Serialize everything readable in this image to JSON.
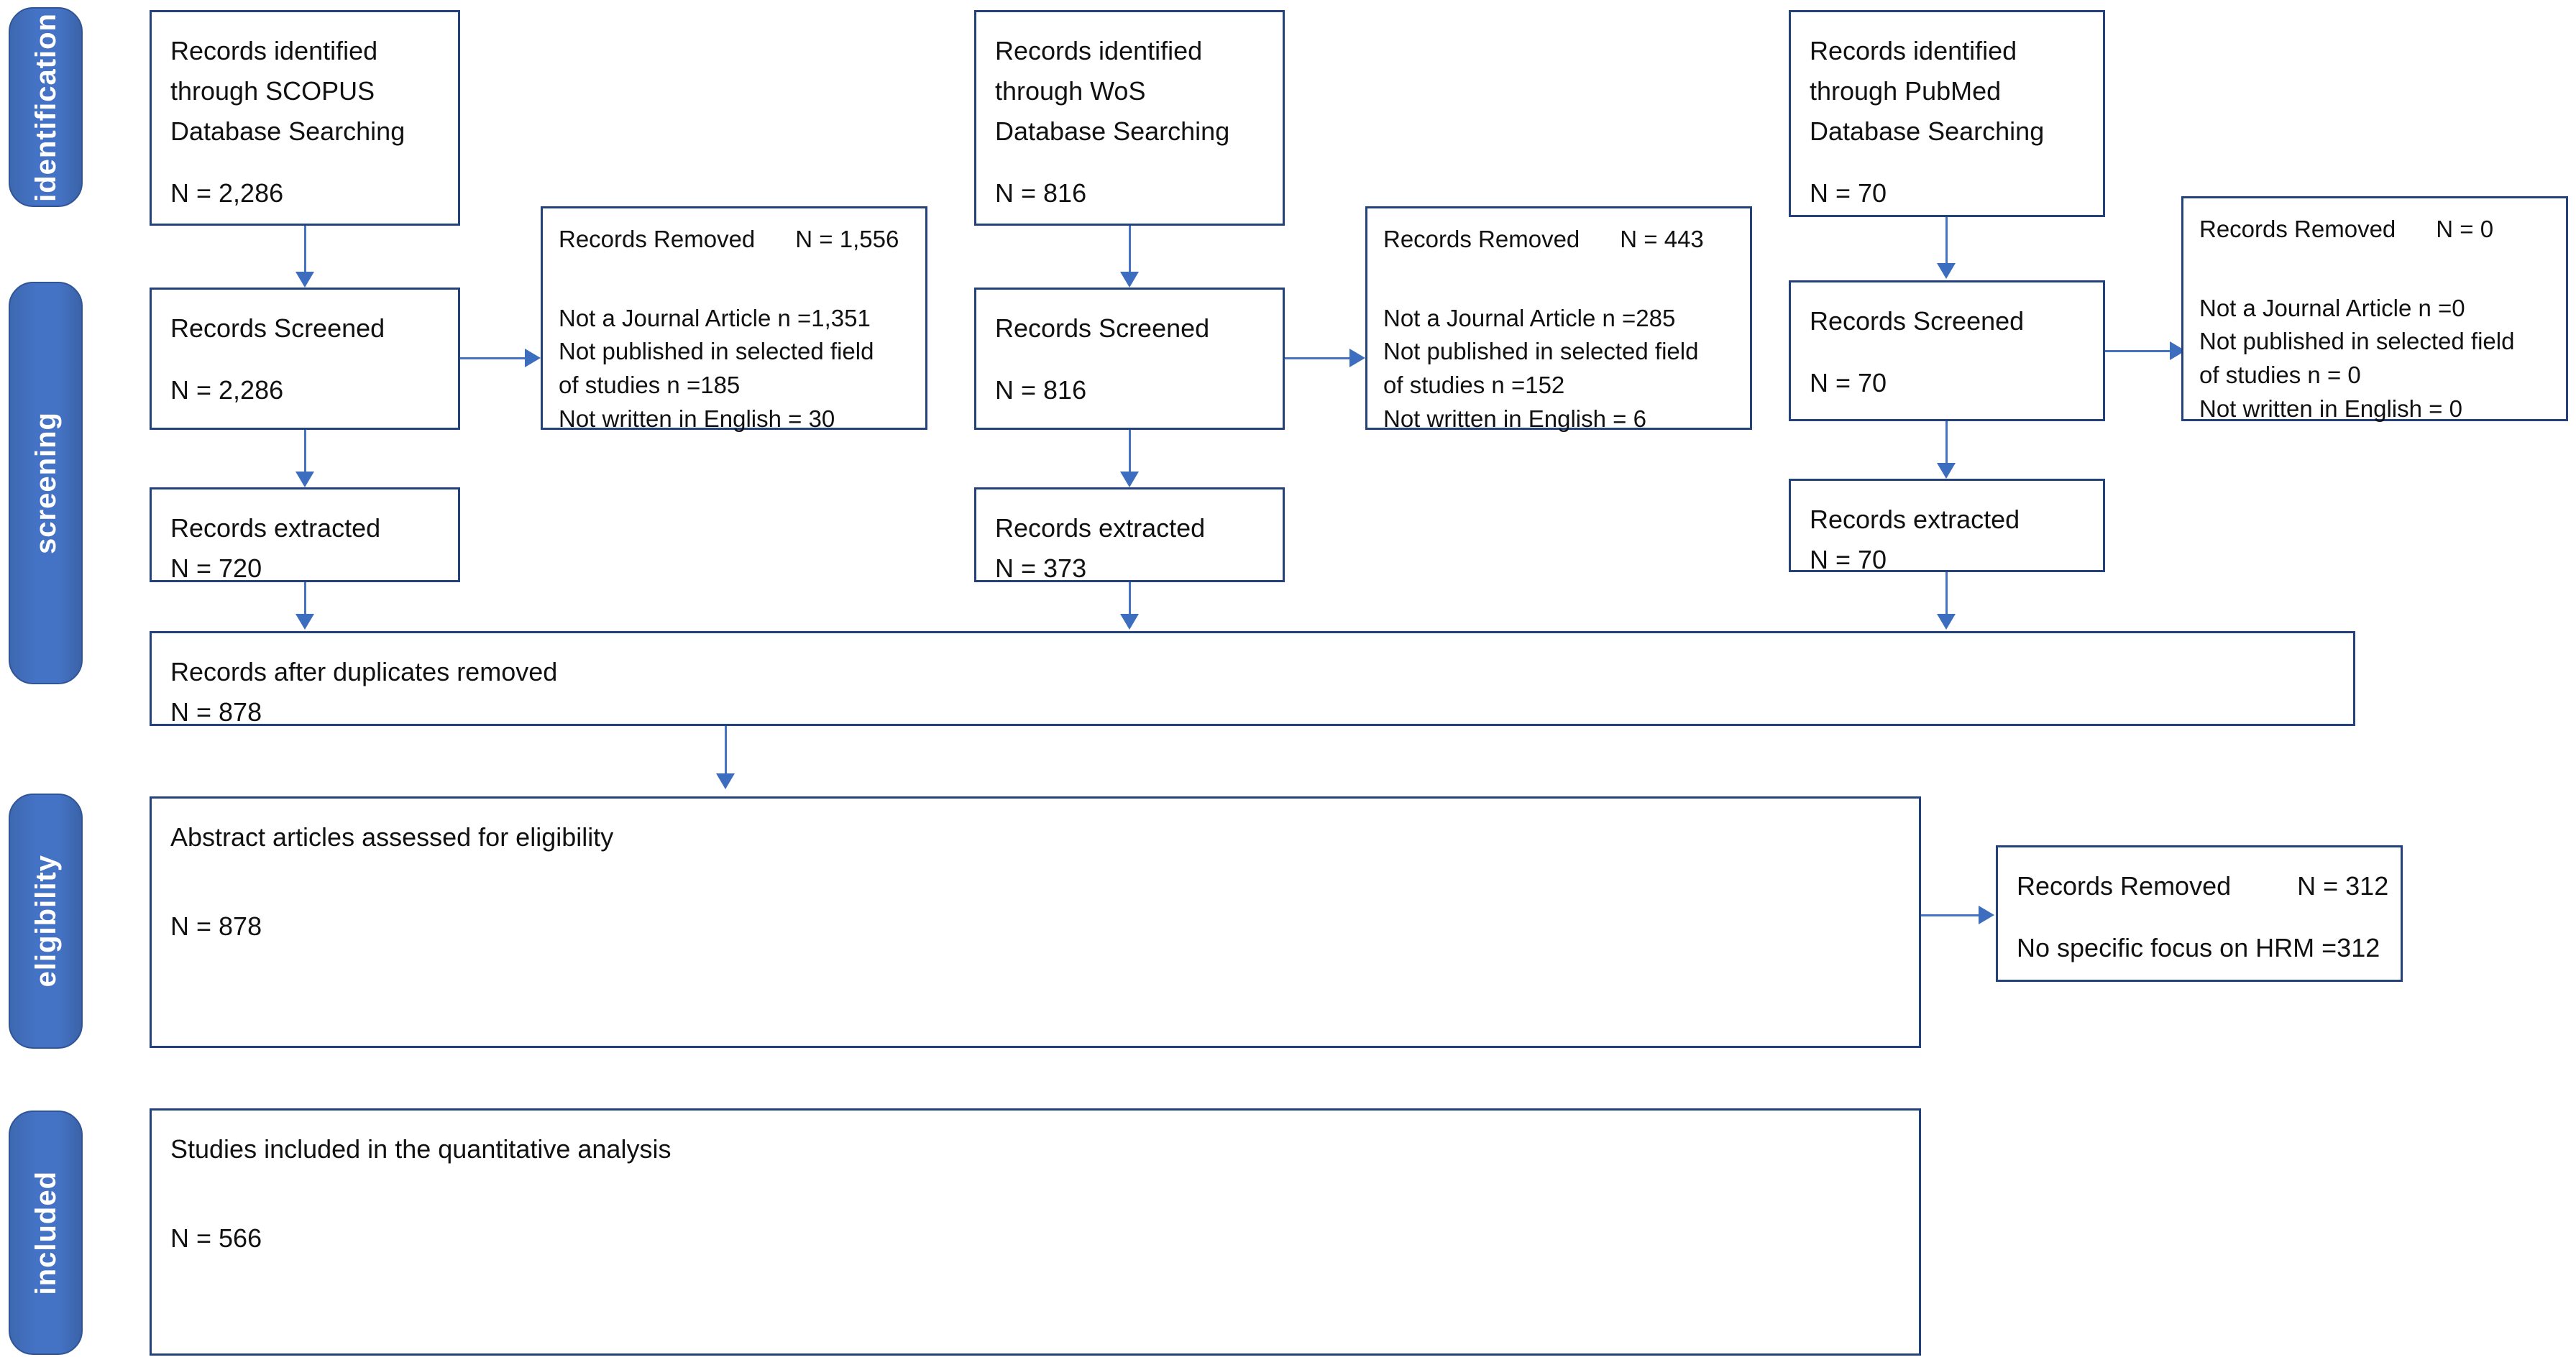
{
  "diagram": {
    "title": "PRISMA flow diagram",
    "accent_color": "#4472C4",
    "box_border_color": "#23417A",
    "stages": [
      {
        "id": "identification",
        "label": "identification"
      },
      {
        "id": "screening",
        "label": "screening"
      },
      {
        "id": "eligibility",
        "label": "eligibility"
      },
      {
        "id": "included",
        "label": "included"
      }
    ],
    "columns": [
      {
        "id": "scopus",
        "identified": {
          "line1": "Records identified",
          "line2": "through  SCOPUS",
          "line3": "Database Searching",
          "count": "N = 2,286"
        },
        "screened": {
          "line1": "Records Screened",
          "count": "N = 2,286"
        },
        "extracted": {
          "line1": "Records extracted",
          "count": "N = 720"
        },
        "removed": {
          "header_label": "Records Removed",
          "header_count": "N = 1,556",
          "reasons": [
            "Not a Journal Article n =1,351",
            "Not published  in selected field",
            "of studies n =185",
            "Not written in English = 30"
          ]
        }
      },
      {
        "id": "wos",
        "identified": {
          "line1": "Records identified",
          "line2": "through  WoS",
          "line3": "Database Searching",
          "count": "N = 816"
        },
        "screened": {
          "line1": "Records Screened",
          "count": "N = 816"
        },
        "extracted": {
          "line1": "Records extracted",
          "count": "N = 373"
        },
        "removed": {
          "header_label": "Records Removed",
          "header_count": "N = 443",
          "reasons": [
            "Not a Journal Article n =285",
            "Not published  in selected field",
            "of studies n =152",
            "Not written in English = 6"
          ]
        }
      },
      {
        "id": "pubmed",
        "identified": {
          "line1": "Records identified",
          "line2": "through  PubMed",
          "line3": "Database Searching",
          "count": "N = 70"
        },
        "screened": {
          "line1": "Records Screened",
          "count": "N = 70"
        },
        "extracted": {
          "line1": "Records extracted",
          "count": "N = 70"
        },
        "removed": {
          "header_label": "Records Removed",
          "header_count": "N = 0",
          "reasons": [
            "Not a Journal Article n =0",
            "Not published  in selected field",
            "of studies n = 0",
            "Not written in English = 0"
          ]
        }
      }
    ],
    "duplicates_box": {
      "line1": "Records after duplicates removed",
      "count": "N = 878"
    },
    "eligibility_box": {
      "line1": "Abstract articles assessed for eligibility",
      "count": "N = 878"
    },
    "eligibility_removed_box": {
      "header_label": "Records Removed",
      "header_count": "N = 312",
      "reason": "No specific focus on HRM =312"
    },
    "included_box": {
      "line1": "Studies included in the quantitative analysis",
      "count": "N = 566"
    }
  }
}
